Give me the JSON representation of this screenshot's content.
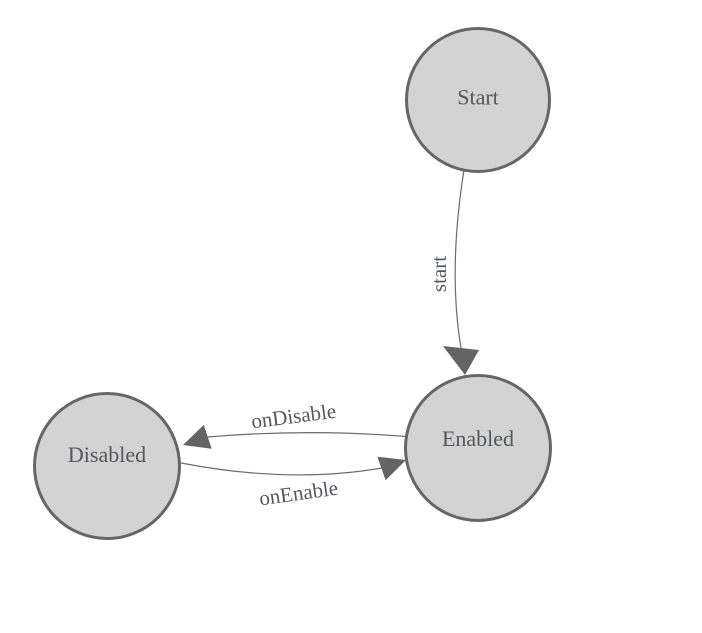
{
  "diagram": {
    "type": "state-machine",
    "background": "#ffffff",
    "colors": {
      "node_fill": "#d3d3d3",
      "node_border": "#666666",
      "edge_line": "#6b6b6b",
      "arrowhead": "#646464",
      "label_text": "#54575c"
    },
    "nodes": [
      {
        "id": "start",
        "label": "Start"
      },
      {
        "id": "enabled",
        "label": "Enabled"
      },
      {
        "id": "disabled",
        "label": "Disabled"
      }
    ],
    "edges": [
      {
        "from": "Start",
        "to": "Enabled",
        "label": "start"
      },
      {
        "from": "Enabled",
        "to": "Disabled",
        "label": "onDisable"
      },
      {
        "from": "Disabled",
        "to": "Enabled",
        "label": "onEnable"
      }
    ]
  }
}
